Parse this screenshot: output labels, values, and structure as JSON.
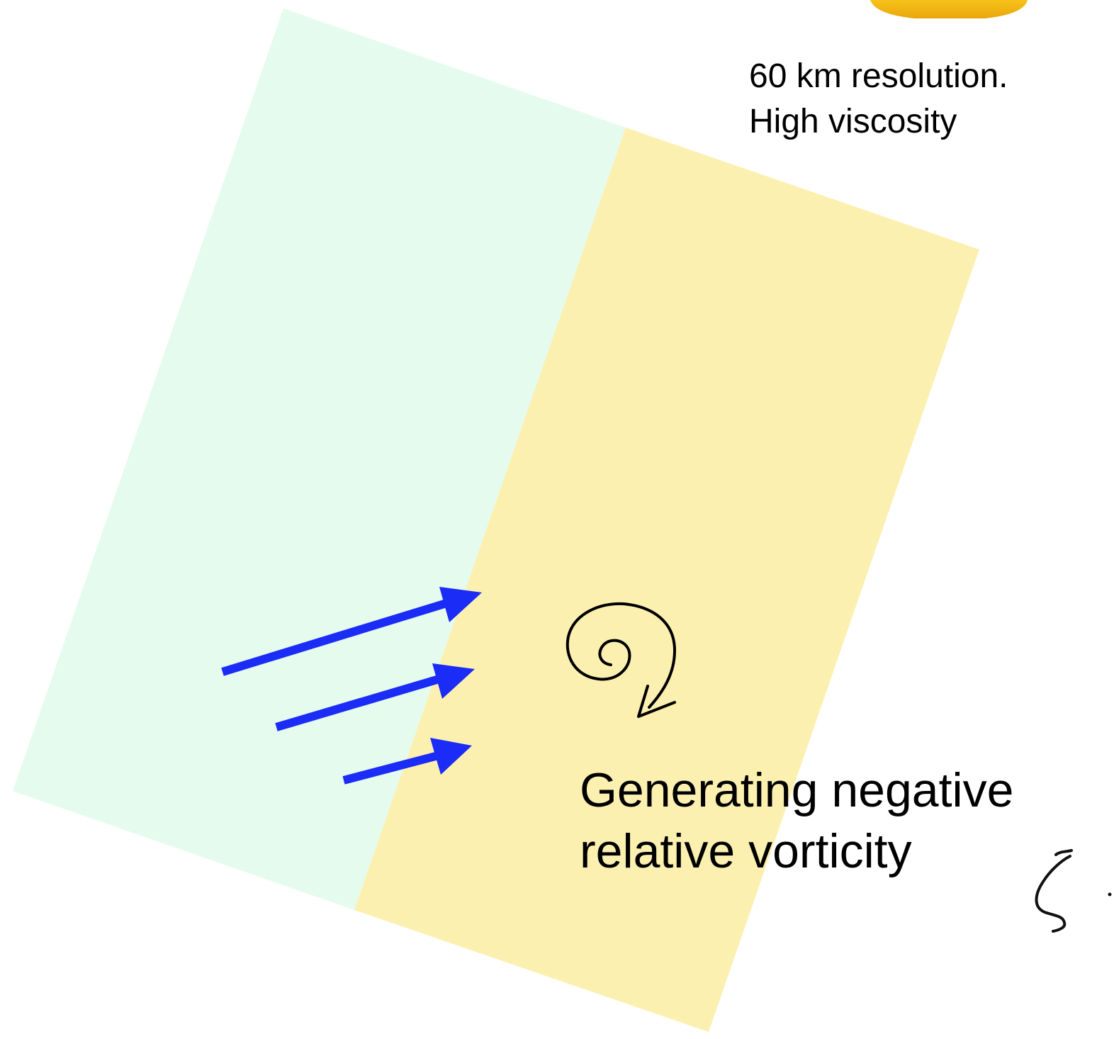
{
  "labels": {
    "resolution": {
      "line1": "60 km resolution.",
      "line2": "High viscosity"
    },
    "vorticity": {
      "line1": "Generating negative",
      "line2": "relative vorticity"
    }
  },
  "colors": {
    "background": "#ffffff",
    "left_region": "#e5fbee",
    "right_region": "#fcf0b0",
    "arrows": "#1a2cf5",
    "swirl": "#000000",
    "sun_top": "#f7c21a",
    "sun_bottom": "#e9a70c"
  },
  "icons": {
    "vortex": "counterclockwise-spiral-icon",
    "flow": "flow-arrow-icon",
    "sun": "sun-icon",
    "symbol": "zeta-symbol"
  }
}
